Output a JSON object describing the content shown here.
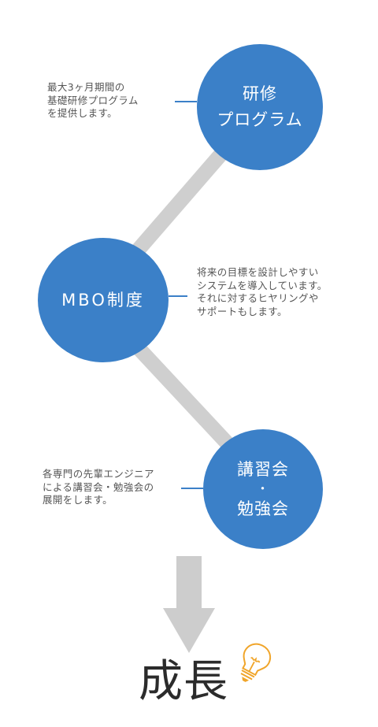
{
  "nodes": {
    "training": {
      "title_line1": "研修",
      "title_line2": "プログラム",
      "desc": [
        "最大3ヶ月期間の",
        "基礎研修プログラム",
        "を提供します。"
      ]
    },
    "mbo": {
      "title": "MBO制度",
      "desc": [
        "将来の目標を設計しやすい",
        "システムを導入しています。",
        "それに対するヒヤリングや",
        "サポートもします。"
      ]
    },
    "study": {
      "title_line1": "講習会",
      "separator": "・",
      "title_line2": "勉強会",
      "desc": [
        "各専門の先輩エンジニア",
        "による講習会・勉強会の",
        "展開をします。"
      ]
    }
  },
  "result": {
    "label": "成長",
    "icon": "lightbulb-icon"
  },
  "colors": {
    "circle": "#3b80c8",
    "path": "#cfcfcf",
    "arrow": "#cdcdcd",
    "text": "#555555",
    "bulb": "#f0a52a"
  }
}
